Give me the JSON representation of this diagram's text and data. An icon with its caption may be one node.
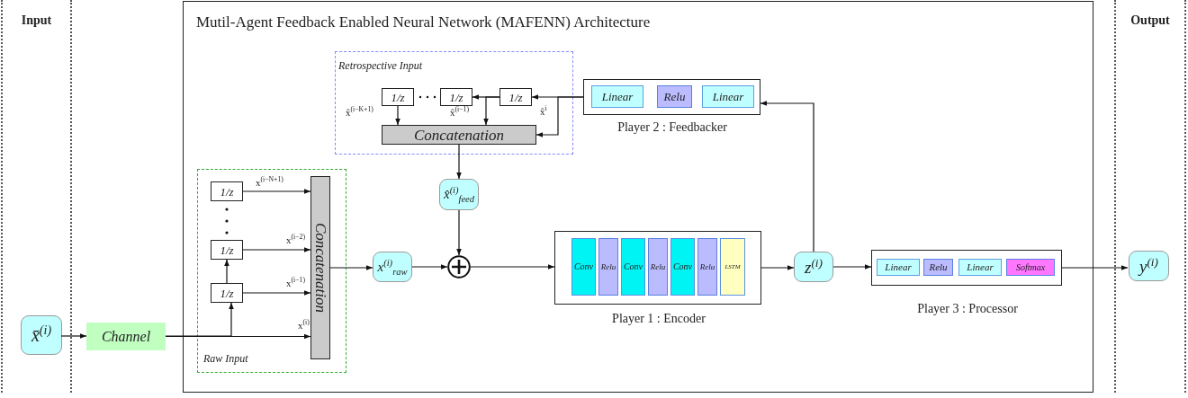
{
  "diagram": {
    "nodes": [
      {
        "text": [
          "Input"
        ]
      },
      {
        "text": [
          "x̄$^{(i)}$"
        ],
        "in": 0
      },
      {
        "text": [
          "Channel"
        ]
      },
      {
        "text": [
          "Mutil-Agent Feedback Enabled Neural Network (MAFENN) Architecture"
        ]
      },
      {
        "text": [
          "Retrospective Input"
        ],
        "in": 3
      },
      {
        "text": [
          "1/z"
        ],
        "in": 4
      },
      {
        "text": [
          "1/z"
        ],
        "in": 4
      },
      {
        "text": [
          "1/z"
        ],
        "in": 4
      },
      {
        "text": [
          "Concatenation"
        ],
        "in": 4
      },
      {
        "text": [],
        "shape": "box",
        "beside": [
          "Player 2 : Feedbacker"
        ],
        "in": 3
      },
      {
        "text": [
          "Linear"
        ],
        "in": 9
      },
      {
        "text": [
          "Relu"
        ],
        "in": 9
      },
      {
        "text": [
          "Linear"
        ],
        "in": 9
      },
      {
        "text": [
          "Raw Input"
        ],
        "in": 3
      },
      {
        "text": [
          "1/z"
        ],
        "in": 13
      },
      {
        "text": [
          "1/z"
        ],
        "in": 13
      },
      {
        "text": [
          "1/z"
        ],
        "in": 13
      },
      {
        "text": [
          "Concatenation"
        ],
        "in": 13
      },
      {
        "text": [
          "x̂$^{(i)}$$_{feed}$"
        ],
        "in": 3
      },
      {
        "text": [
          "x$^{(i)}$$_{raw}$"
        ],
        "in": 3
      },
      {
        "text": [],
        "shape": "circle",
        "in": 3
      },
      {
        "text": [],
        "shape": "box",
        "beside": [
          "Player 1 : Encoder"
        ],
        "in": 3
      },
      {
        "text": [
          "Conv"
        ],
        "in": 21
      },
      {
        "text": [
          "Relu"
        ],
        "in": 21
      },
      {
        "text": [
          "Conv"
        ],
        "in": 21
      },
      {
        "text": [
          "Relu"
        ],
        "in": 21
      },
      {
        "text": [
          "Conv"
        ],
        "in": 21
      },
      {
        "text": [
          "Relu"
        ],
        "in": 21
      },
      {
        "text": [
          "LSTM"
        ],
        "in": 21
      },
      {
        "text": [
          "z$^{(i)}$"
        ],
        "in": 3
      },
      {
        "text": [],
        "shape": "box",
        "beside": [
          "Player 3 : Processor"
        ],
        "in": 3
      },
      {
        "text": [
          "Linear"
        ],
        "in": 30
      },
      {
        "text": [
          "Relu"
        ],
        "in": 30
      },
      {
        "text": [
          "Linear"
        ],
        "in": 30
      },
      {
        "text": [
          "Softmax"
        ],
        "in": 30
      },
      {
        "text": [
          "Output"
        ]
      },
      {
        "text": [
          "y$^{(i)}$"
        ],
        "in": 35
      }
    ],
    "edges": [
      {
        "from": 1,
        "to": 2,
        "arrow": "to"
      },
      {
        "from": 2,
        "to": 17,
        "arrow": "to",
        "label": "x$^{(i)}$"
      },
      {
        "from": 2,
        "to": 16,
        "arrow": "to"
      },
      {
        "from": 16,
        "to": 15,
        "arrow": "to"
      },
      {
        "from": 16,
        "to": 17,
        "arrow": "to",
        "label": "x$^{(i−1)}$"
      },
      {
        "from": 15,
        "to": 17,
        "arrow": "to",
        "label": "x$^{(i−2)}$"
      },
      {
        "from": 14,
        "to": 17,
        "arrow": "to",
        "label": "x$^{(i−N+1)}$"
      },
      {
        "from": 17,
        "to": 19,
        "arrow": "to"
      },
      {
        "from": 19,
        "to": 20,
        "arrow": "to"
      },
      {
        "from": 18,
        "to": 20,
        "arrow": "to"
      },
      {
        "from": 8,
        "to": 18,
        "arrow": "to"
      },
      {
        "from": 20,
        "to": 21,
        "arrow": "to"
      },
      {
        "from": 21,
        "to": 29,
        "arrow": "to"
      },
      {
        "from": 29,
        "to": 30,
        "arrow": "to"
      },
      {
        "from": 30,
        "to": 36,
        "arrow": "to"
      },
      {
        "from": 29,
        "to": 9,
        "arrow": "to"
      },
      {
        "from": 9,
        "to": 7,
        "arrow": "to"
      },
      {
        "from": 9,
        "to": 8,
        "arrow": "to",
        "label": "x̂$^{i}$"
      },
      {
        "from": 7,
        "to": 6,
        "arrow": "to"
      },
      {
        "from": 7,
        "to": 8,
        "arrow": "to",
        "label": "x̂$^{(i−1)}$"
      },
      {
        "from": 5,
        "to": 8,
        "arrow": "to",
        "label": "x̂$^{(i−K+1)}$"
      }
    ]
  }
}
